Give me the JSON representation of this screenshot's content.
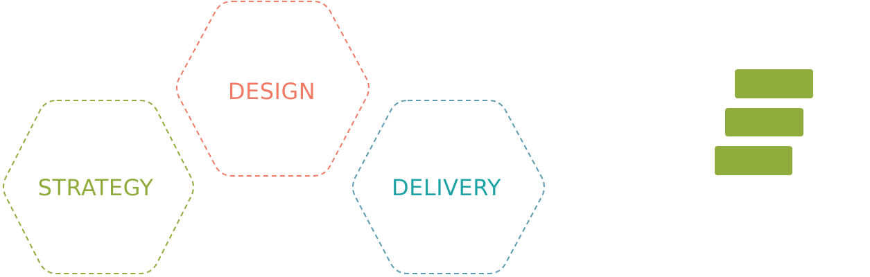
{
  "diagram": {
    "hexagons": [
      {
        "id": "strategy",
        "label": "STRATEGY",
        "color": "#8fac3d"
      },
      {
        "id": "design",
        "label": "DESIGN",
        "color": "#f07a64"
      },
      {
        "id": "delivery",
        "label": "DELIVERY",
        "color": "#1ba3a6",
        "outline_color": "#5a9bb0"
      }
    ],
    "logo": {
      "color": "#8fac3d",
      "icon": "stacked-bars-logo-icon"
    }
  }
}
